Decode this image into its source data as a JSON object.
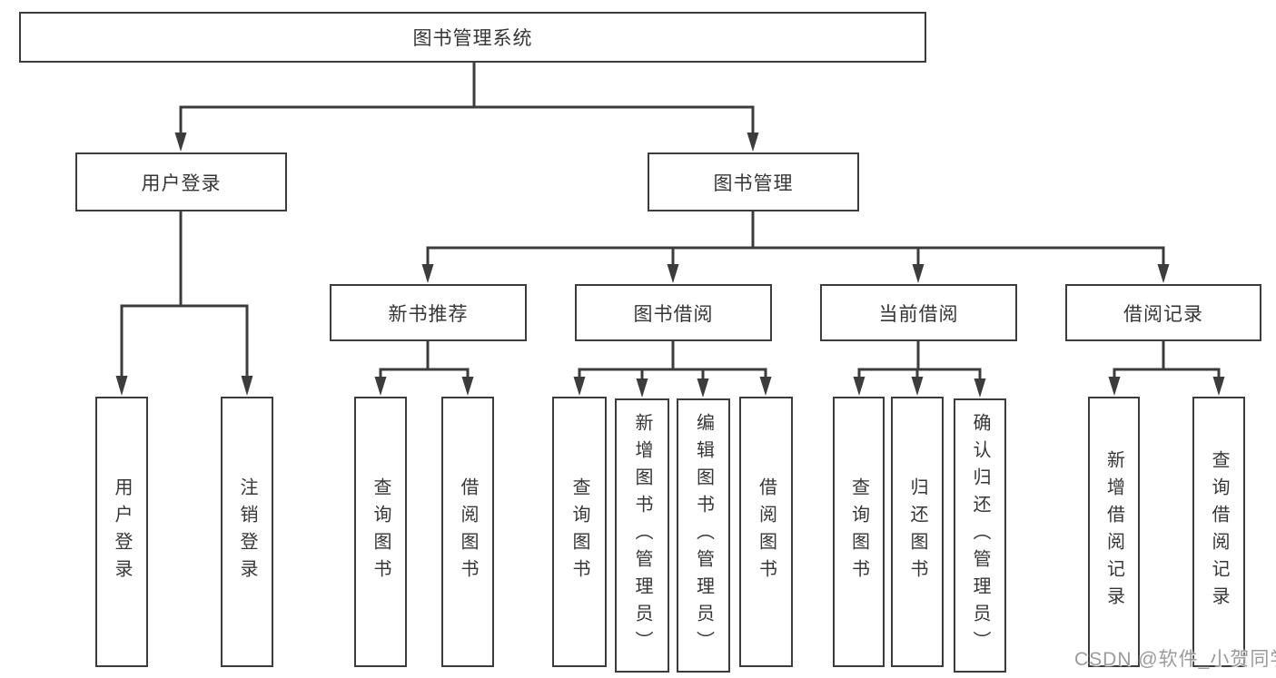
{
  "tree": {
    "root": "图书管理系统",
    "branches": [
      {
        "label": "用户登录",
        "children": [
          "用户登录",
          "注销登录"
        ]
      },
      {
        "label": "图书管理",
        "sections": [
          {
            "label": "新书推荐",
            "children": [
              "查询图书",
              "借阅图书"
            ]
          },
          {
            "label": "图书借阅",
            "children": [
              "查询图书",
              "新增图书（管理员）",
              "编辑图书（管理员）",
              "借阅图书"
            ]
          },
          {
            "label": "当前借阅",
            "children": [
              "查询图书",
              "归还图书",
              "确认归还（管理员）"
            ]
          },
          {
            "label": "借阅记录",
            "children": [
              "新增借阅记录",
              "查询借阅记录"
            ]
          }
        ]
      }
    ]
  },
  "watermark": "CSDN @软件_小贺同学",
  "colors": {
    "line": "#3c3c3c",
    "text": "#363636",
    "watermark": "#9b9b9b",
    "background": "#ffffff"
  }
}
